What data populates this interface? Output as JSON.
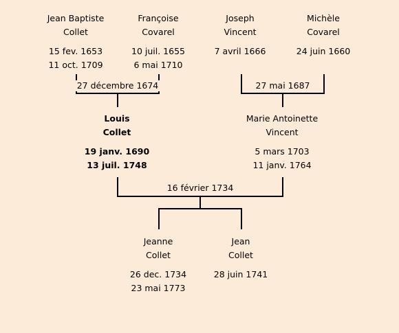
{
  "grandparents": [
    {
      "first": "Jean Baptiste",
      "last": "Collet",
      "birth": "15 fev. 1653",
      "death": "11 oct. 1709"
    },
    {
      "first": "Françoise",
      "last": "Covarel",
      "birth": "10 juil. 1655",
      "death": "6 mai 1710"
    },
    {
      "first": "Joseph",
      "last": "Vincent",
      "birth": "7 avril 1666",
      "death": ""
    },
    {
      "first": "Michèle",
      "last": "Covarel",
      "birth": "24 juin 1660",
      "death": ""
    }
  ],
  "marriages": {
    "paternal": "27 décembre 1674",
    "maternal": "27 mai 1687",
    "parents": "16 février 1734"
  },
  "parents": [
    {
      "first": "Louis",
      "last": "Collet",
      "birth": "19 janv. 1690",
      "death": "13 juil. 1748"
    },
    {
      "first": "Marie Antoinette",
      "last": "Vincent",
      "birth": "5 mars 1703",
      "death": "11 janv. 1764"
    }
  ],
  "children": [
    {
      "first": "Jeanne",
      "last": "Collet",
      "birth": "26 dec. 1734",
      "death": "23 mai 1773"
    },
    {
      "first": "Jean",
      "last": "Collet",
      "birth": "28 juin 1741",
      "death": ""
    }
  ]
}
